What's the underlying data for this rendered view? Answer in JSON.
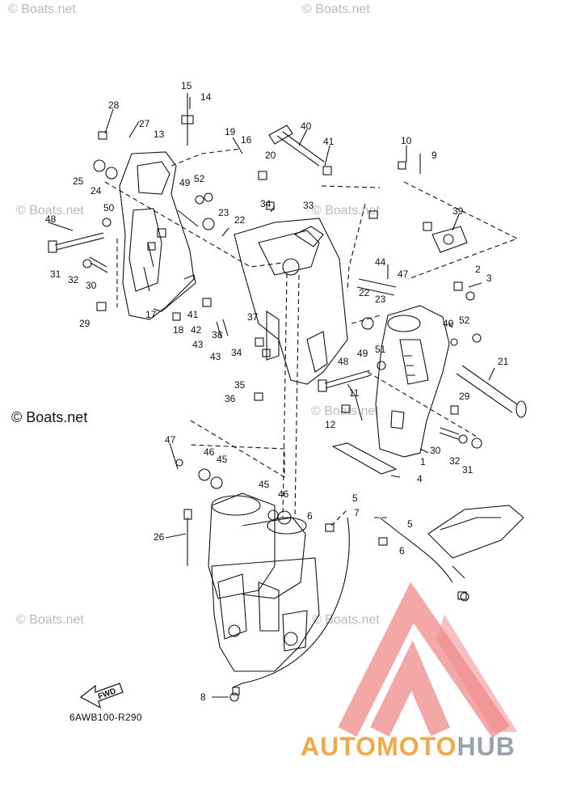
{
  "watermarks": [
    "© Boats.net",
    "© Boats.net",
    "© Boats.net",
    "© Boats.net",
    "© Boats.net",
    "© Boats.net",
    "© Boats.net"
  ],
  "copyright": "© Boats.net",
  "diagram_code": "6AWB100-R290",
  "fwd_label": "FWD",
  "brand": {
    "part1": "AUTOMOTO",
    "part2": "HUB",
    "color1": "#f3a94a",
    "color2": "#9aa2ab",
    "logo_color": "#f08a8a"
  },
  "callouts": [
    "15",
    "14",
    "28",
    "27",
    "13",
    "19",
    "16",
    "40",
    "41",
    "10",
    "9",
    "25",
    "24",
    "49",
    "52",
    "20",
    "34",
    "33",
    "39",
    "48",
    "50",
    "22",
    "23",
    "44",
    "47",
    "2",
    "3",
    "31",
    "32",
    "30",
    "29",
    "17",
    "18",
    "41",
    "42",
    "38",
    "37",
    "23",
    "22",
    "43",
    "43",
    "34",
    "35",
    "36",
    "48",
    "49",
    "51",
    "11",
    "12",
    "49",
    "52",
    "21",
    "29",
    "1",
    "30",
    "32",
    "31",
    "4",
    "47",
    "46",
    "45",
    "5",
    "45",
    "46",
    "26",
    "6",
    "7",
    "5",
    "6",
    "8"
  ]
}
